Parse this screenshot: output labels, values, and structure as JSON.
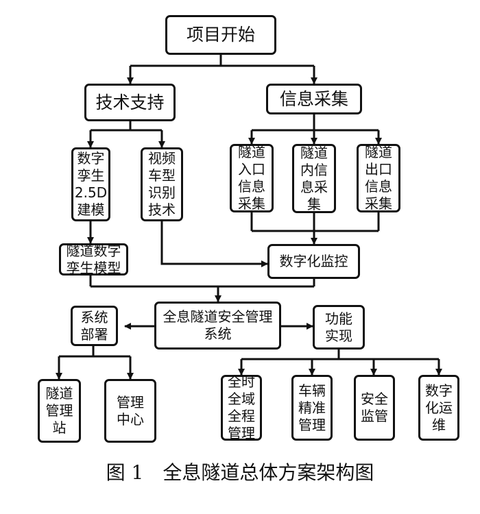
{
  "nodes": {
    "start": "项目开始",
    "tech_support": "技术支持",
    "info_collect": "信息采集",
    "digital_twin_modeling": "数字\n孪生\n2.5D\n建模",
    "vehicle_recognition": "视频\n车型\n识别\n技术",
    "tunnel_entrance": "隧道\n入口\n信息\n采集",
    "tunnel_inside": "隧道\n内信\n息采\n集",
    "tunnel_exit": "隧道\n出口\n信息\n采集",
    "digital_twin_model": "隧道数字\n孪生模型",
    "digital_monitoring": "数字化监控",
    "system_deploy": "系统\n部署",
    "main_system": "全息隧道安全管理\n系统",
    "function_impl": "功能\n实现",
    "tunnel_station": "隧道\n管理\n站",
    "management_center": "管理\n中心",
    "full_control": "全时\n全域\n全程\n管理",
    "vehicle_precise": "车辆\n精准\n管理",
    "safety_monitor": "安全\n监管",
    "digital_ops": "数字\n化运\n维"
  },
  "caption": {
    "number": "图 1",
    "title": "全息隧道总体方案架构图"
  }
}
